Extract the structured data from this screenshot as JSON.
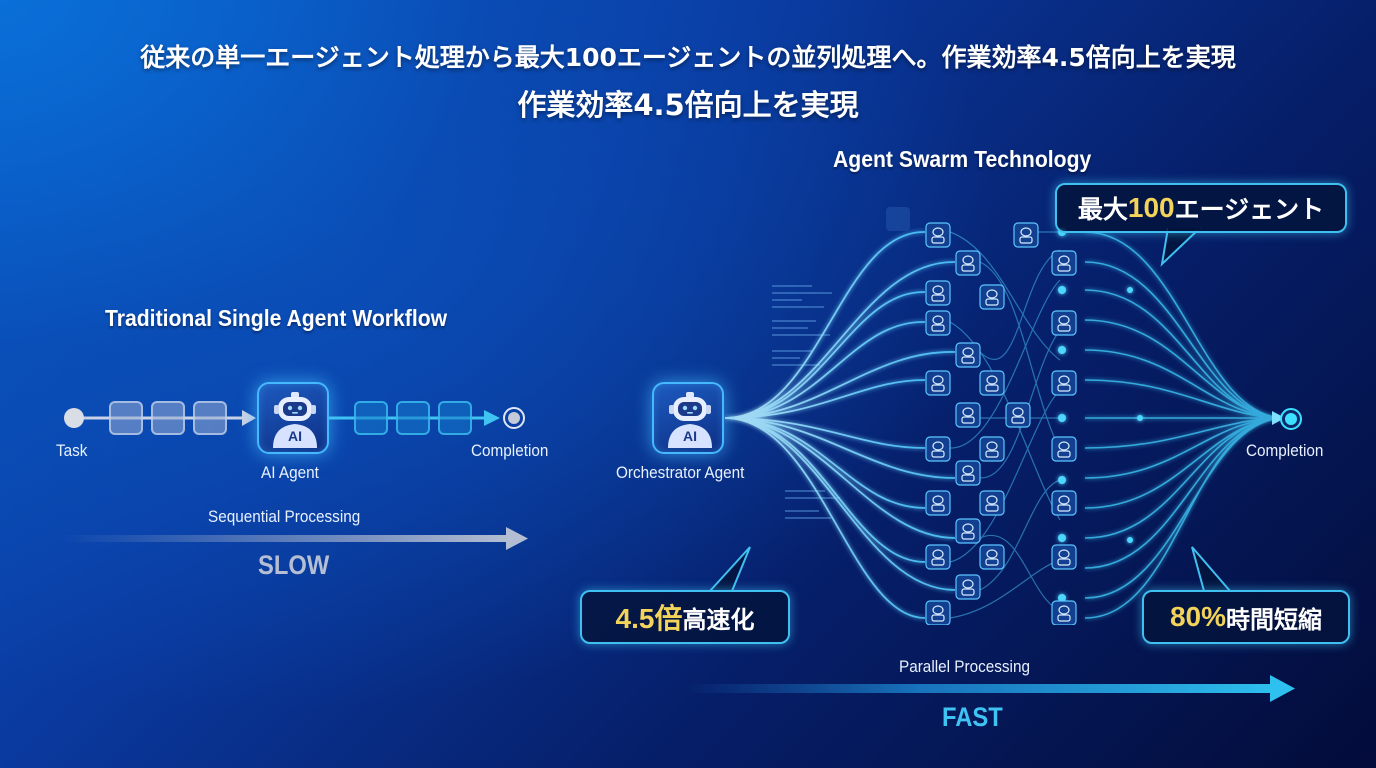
{
  "header": {
    "title_line1": "従来の単一エージェント処理から最大100エージェントの並列処理へ。作業効率4.5倍向上を実現",
    "title_line2": "作業効率4.5倍向上を実現"
  },
  "traditional": {
    "title": "Traditional Single Agent Workflow",
    "start_label": "Task",
    "agent_label": "AI Agent",
    "agent_badge": "AI",
    "end_label": "Completion",
    "steps_before": 3,
    "steps_after": 3,
    "arrow_label": "Sequential Processing",
    "speed_label": "SLOW"
  },
  "swarm": {
    "title": "Agent Swarm Technology",
    "orchestrator_label": "Orchestrator Agent",
    "orchestrator_badge": "AI",
    "end_label": "Completion",
    "arrow_label": "Parallel Processing",
    "speed_label": "FAST",
    "callouts": {
      "max_agents": {
        "prefix": "最大",
        "highlight": "100",
        "suffix": "エージェント"
      },
      "speedup": {
        "highlight": "4.5倍",
        "suffix": "高速化"
      },
      "time_saved": {
        "highlight": "80%",
        "suffix": "時間短縮"
      }
    }
  },
  "colors": {
    "accent_cyan": "#3ec3f2",
    "highlight_gold": "#f3d35a",
    "slow_gray": "#b5bfd4",
    "bg_top_left": "#0b5fcf",
    "bg_bottom_right": "#030c3a"
  }
}
